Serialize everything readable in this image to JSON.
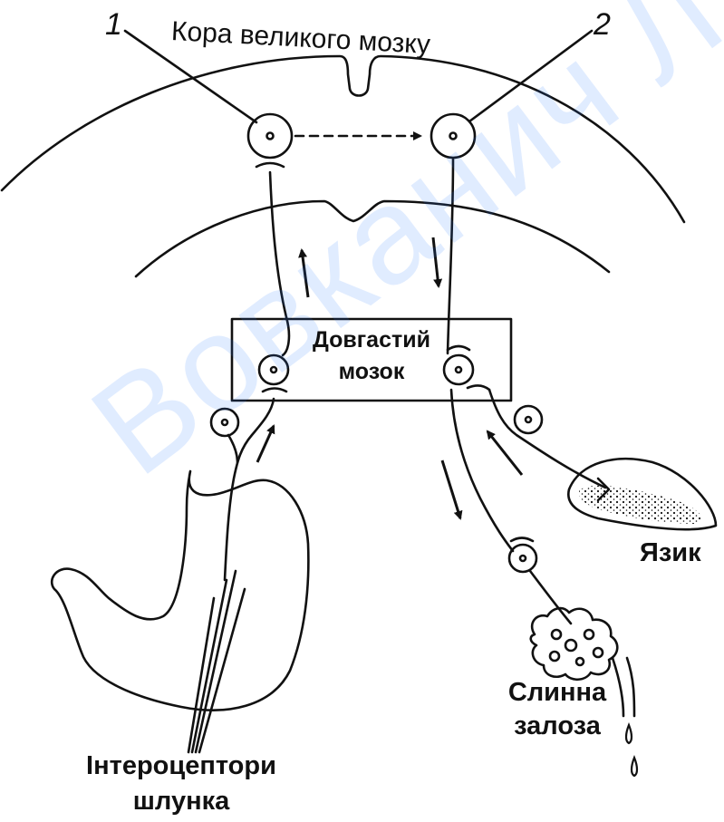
{
  "labels": {
    "cortex": "Кора великого мозку",
    "neuron_1": "1",
    "neuron_2": "2",
    "medulla_line1": "Довгастий",
    "medulla_line2": "мозок",
    "tongue": "Язик",
    "gland_line1": "Слинна",
    "gland_line2": "залоза",
    "interoceptors_line1": "Інтероцептори",
    "interoceptors_line2": "шлунка"
  },
  "watermark": "Вовканич Л. С.",
  "colors": {
    "ink": "#111111",
    "watermark": "#2f7dff"
  }
}
